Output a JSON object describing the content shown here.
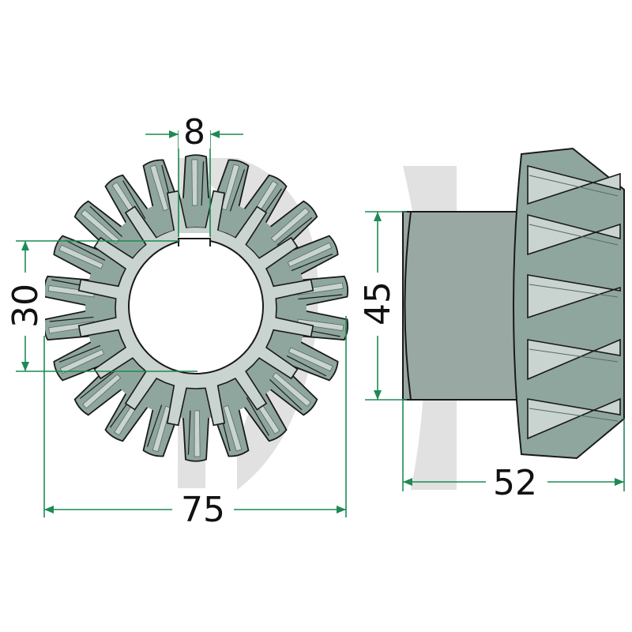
{
  "colors": {
    "gear_fill": "#8fa69e",
    "gear_light": "#c9d3cf",
    "gear_dark": "#566a63",
    "outline": "#1a1a1a",
    "dimension": "#1e8a55",
    "watermark": "#d9d9d9"
  },
  "gear": {
    "outer_teeth": 22,
    "inner_splines": 16
  },
  "dimensions": {
    "keyway_width": "8",
    "bore_diameter": "30",
    "hub_diameter": "45",
    "outer_diameter": "75",
    "overall_length": "52"
  }
}
